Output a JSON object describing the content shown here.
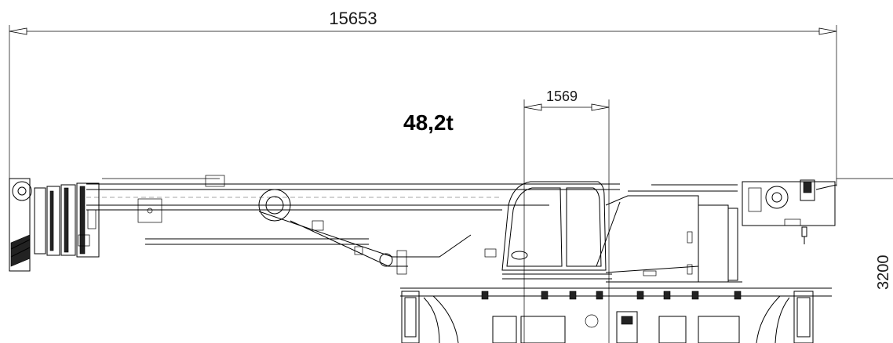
{
  "dimensions": {
    "overall_length": "15653",
    "cab_offset": "1569",
    "height": "3200"
  },
  "weight_label": "48,2t"
}
